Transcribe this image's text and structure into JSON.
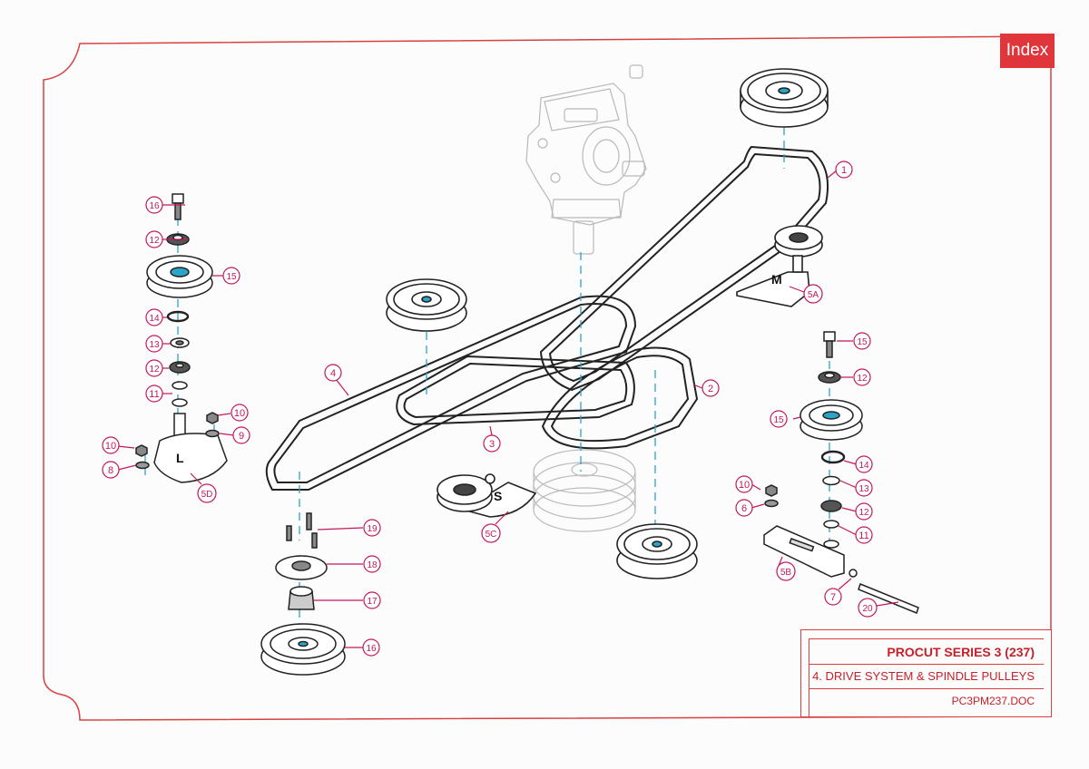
{
  "index_button": "Index",
  "title_block": {
    "model": "PROCUT SERIES 3 (237)",
    "section": "4. DRIVE SYSTEM & SPINDLE PULLEYS",
    "document": "PC3PM237.DOC"
  },
  "part_callouts": [
    "1",
    "2",
    "3",
    "4",
    "5A",
    "5B",
    "5C",
    "5D",
    "6",
    "7",
    "8",
    "9",
    "10",
    "11",
    "12",
    "13",
    "14",
    "15",
    "16",
    "17",
    "18",
    "19",
    "20"
  ],
  "spindle_letters": [
    "L",
    "M",
    "S"
  ],
  "colors": {
    "border": "#d94040",
    "callout": "#c2185b",
    "centerline": "#2aa5c8",
    "index_bg": "#e0353a"
  }
}
